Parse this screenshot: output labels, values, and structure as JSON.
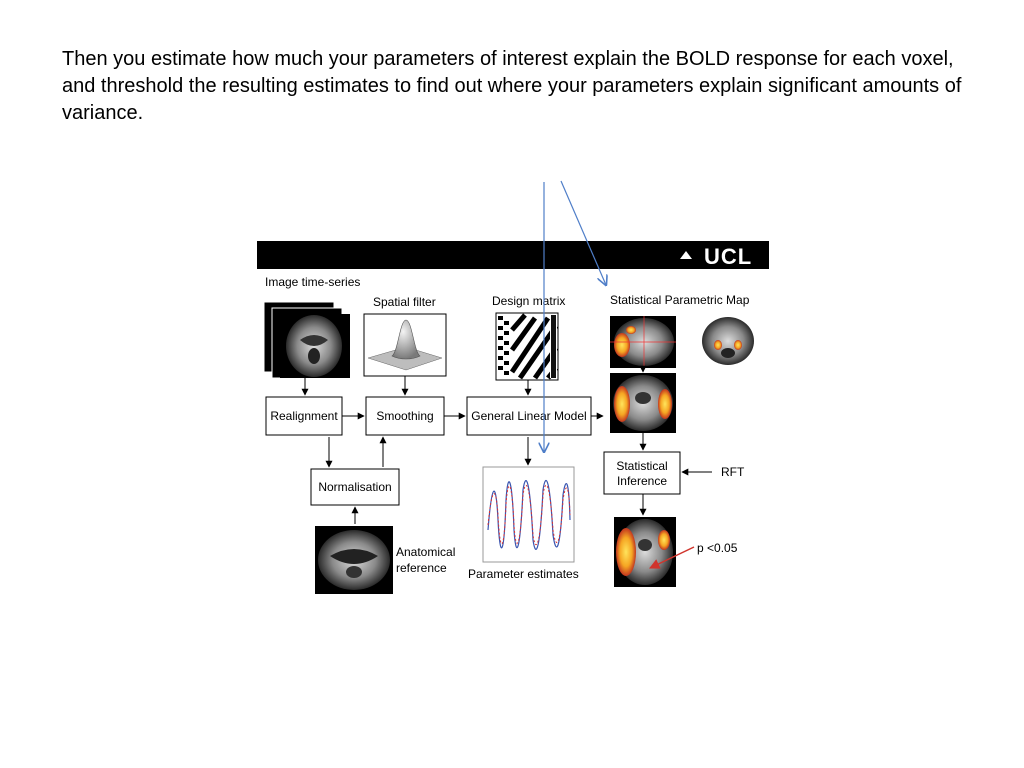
{
  "slide": {
    "body_text": "Then you estimate how much your parameters of interest explain the BOLD response for each voxel, and threshold the resulting estimates to find out where your parameters explain significant amounts of variance."
  },
  "figure": {
    "brand": "UCL",
    "labels": {
      "image_time_series": "Image time-series",
      "spatial_filter": "Spatial filter",
      "design_matrix": "Design matrix",
      "spm": "Statistical Parametric Map",
      "realignment": "Realignment",
      "smoothing": "Smoothing",
      "glm": "General Linear Model",
      "normalisation": "Normalisation",
      "anatomical_1": "Anatomical",
      "anatomical_2": "reference",
      "parameter_estimates": "Parameter estimates",
      "statistical_1": "Statistical",
      "statistical_2": "Inference",
      "rft": "RFT",
      "pvalue": "p <0.05"
    },
    "colors": {
      "header_bar": "#000000",
      "pointer_arrow": "#4f7ec8",
      "red_arrow": "#d0342c",
      "activation": "#f5a623"
    }
  }
}
